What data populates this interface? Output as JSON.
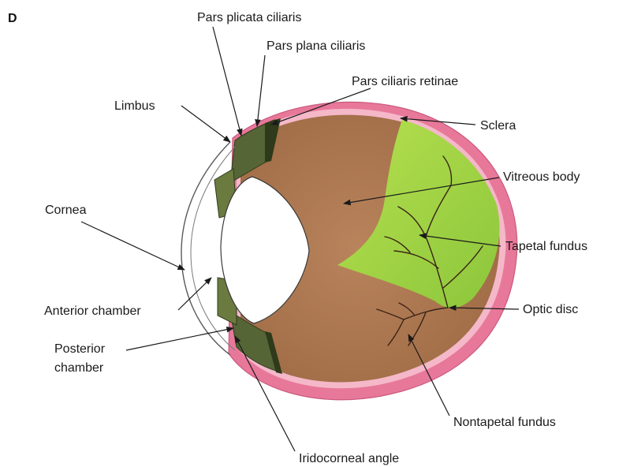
{
  "panel_letter": "D",
  "labels": {
    "pars_plicata_ciliaris": "Pars plicata ciliaris",
    "pars_plana_ciliaris": "Pars plana ciliaris",
    "pars_ciliaris_retinae": "Pars ciliaris retinae",
    "limbus": "Limbus",
    "sclera": "Sclera",
    "vitreous_body": "Vitreous body",
    "cornea": "Cornea",
    "tapetal_fundus": "Tapetal fundus",
    "anterior_chamber": "Anterior chamber",
    "optic_disc": "Optic disc",
    "posterior_chamber_line1": "Posterior",
    "posterior_chamber_line2": "chamber",
    "nontapetal_fundus": "Nontapetal fundus",
    "iridocorneal_angle": "Iridocorneal angle"
  },
  "colors": {
    "sclera": "#e8789a",
    "sclera_light": "#f2b6c8",
    "choroid": "#b07a52",
    "tapetum": "#9fd84a",
    "ciliary_body": "#5a6a3a",
    "lens": "#ffffff",
    "cornea": "#ffffff"
  }
}
